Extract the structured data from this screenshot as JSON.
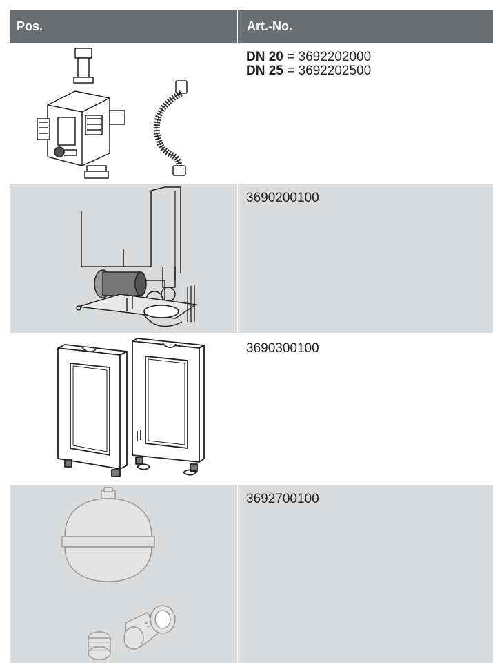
{
  "header": {
    "pos": "Pos.",
    "art_no": "Art.-No."
  },
  "rows": [
    {
      "lines": [
        {
          "size": "DN 20",
          "eq": " = ",
          "number": "3692202000"
        },
        {
          "size": "DN 25",
          "eq": " = ",
          "number": "3692202500"
        }
      ],
      "images": [
        "valve-assembly",
        "braided-hose"
      ]
    },
    {
      "number": "3690200100",
      "images": [
        "pump-assembly"
      ]
    },
    {
      "number": "3690300100",
      "images": [
        "stand-frames"
      ]
    },
    {
      "number": "3692700100",
      "images": [
        "expansion-vessel",
        "fittings"
      ]
    }
  ]
}
